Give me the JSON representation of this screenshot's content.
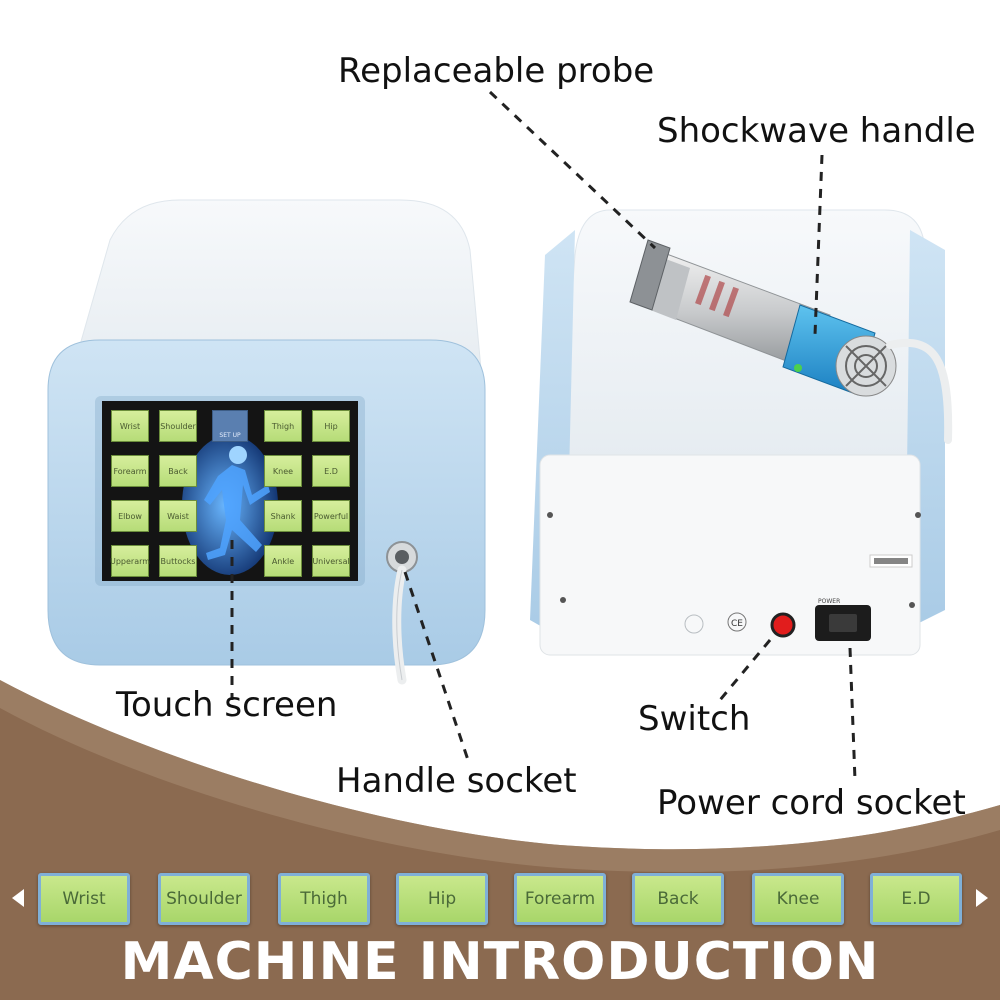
{
  "callouts": {
    "replaceable_probe": "Replaceable probe",
    "shockwave_handle": "Shockwave handle",
    "touch_screen": "Touch screen",
    "handle_socket": "Handle socket",
    "switch": "Switch",
    "power_cord_socket": "Power cord socket"
  },
  "screen_buttons": [
    "Wrist",
    "Shoulder",
    "Thigh",
    "Hip",
    "Forearm",
    "Back",
    "Knee",
    "E.D",
    "Elbow",
    "Waist",
    "Shank",
    "Powerful",
    "Upperarm",
    "Buttocks",
    "Ankle",
    "Universal"
  ],
  "screen_top_icon": "SET UP",
  "strip_buttons": [
    "Wrist",
    "Shoulder",
    "Thigh",
    "Hip",
    "Forearm",
    "Back",
    "Knee",
    "E.D"
  ],
  "rear_panel": {
    "ce_mark": "CE",
    "power_label": "POWER"
  },
  "title": "MACHINE INTRODUCTION",
  "colors": {
    "band": "#8b6a50",
    "device_blue": "#bcd9ef",
    "button_green": "#b6dc78"
  }
}
